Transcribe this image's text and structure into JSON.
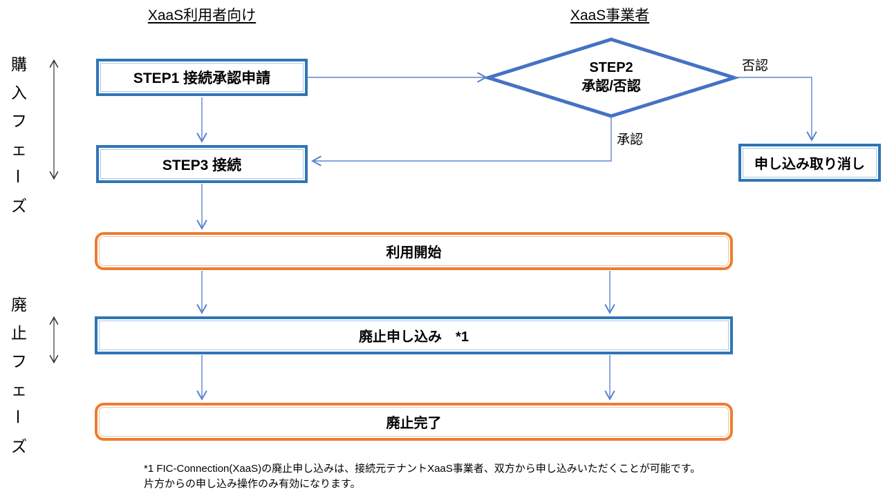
{
  "headers": {
    "left": "XaaS利用者向け",
    "right": "XaaS事業者"
  },
  "phases": {
    "purchase": "購入フェーズ",
    "abolition": "廃止フェーズ"
  },
  "nodes": {
    "step1": "STEP1 接続承認申請",
    "step2_title": "STEP2",
    "step2_subtitle": "承認/否認",
    "step3": "STEP3 接続",
    "cancel": "申し込み取り消し",
    "usage_start": "利用開始",
    "abolition_apply": "廃止申し込み　*1",
    "abolition_done": "廃止完了"
  },
  "edge_labels": {
    "deny": "否認",
    "approve": "承認"
  },
  "footnote": {
    "line1": "*1  FIC-Connection(XaaS)の廃止申し込みは、接続元テナントXaaS事業者、双方から申し込みいただくことが可能です。",
    "line2": "片方からの申し込み操作のみ有効になります。"
  },
  "colors": {
    "box_border_blue": "#2E75B6",
    "box_border_orange": "#ED7D31",
    "diamond_blue": "#4472C4",
    "connector_blue": "#5B85CE",
    "phase_arrow_black": "#333333"
  }
}
